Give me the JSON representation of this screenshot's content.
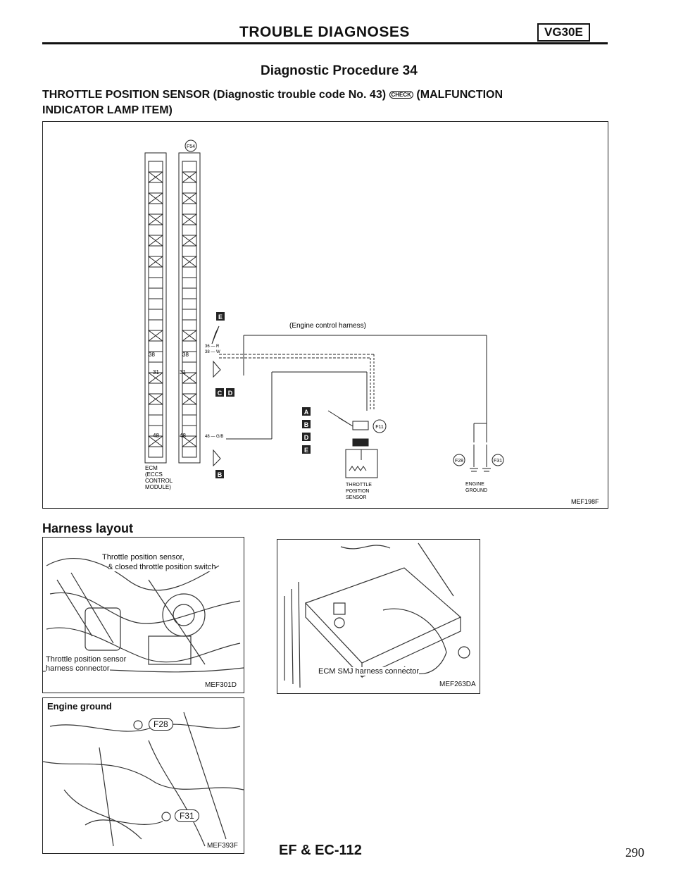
{
  "header": {
    "title": "TROUBLE DIAGNOSES",
    "badge": "VG30E"
  },
  "procedure": {
    "title": "Diagnostic Procedure 34",
    "subtitle_line1": "THROTTLE POSITION SENSOR (Diagnostic trouble code No. 43)",
    "check_icon_label": "CHECK",
    "subtitle_line1_end": "(MALFUNCTION",
    "subtitle_line2": "INDICATOR LAMP ITEM)"
  },
  "diagram": {
    "connector_id": "F54",
    "ecm_label": "ECM (ECCS CONTROL MODULE)",
    "ecm_line1": "ECM",
    "ecm_line2": "(ECCS",
    "ecm_line3": "CONTROL",
    "ecm_line4": "MODULE)",
    "harness_label": "(Engine control harness)",
    "wire_36": "36 — R",
    "wire_38": "38 — W",
    "wire_48": "48 — G/B",
    "pin_38": "38",
    "pin_31": "31",
    "pin_48": "48",
    "box_e_top": "E",
    "box_c": "C",
    "box_d": "D",
    "box_b_bottom": "B",
    "boxes_mid": [
      "A",
      "B",
      "D",
      "E"
    ],
    "conn_f11": "F11",
    "conn_f28": "F28",
    "conn_f31": "F31",
    "tps_line1": "THROTTLE",
    "tps_line2": "POSITION",
    "tps_line3": "SENSOR",
    "eg_line1": "ENGINE",
    "eg_line2": "GROUND",
    "ref": "MEF198F"
  },
  "harness_layout": {
    "heading": "Harness layout",
    "photo1": {
      "caption_a": "Throttle position sensor,",
      "caption_b": "& closed throttle position switch",
      "caption_c": "Throttle position sensor",
      "caption_d": "harness connector",
      "ref": "MEF301D"
    },
    "photo2": {
      "caption": "ECM SMJ harness connector",
      "ref": "MEF263DA"
    },
    "photo3": {
      "caption": "Engine ground",
      "label_f28": "F28",
      "label_f31": "F31",
      "ref": "MEF393F"
    }
  },
  "footer": {
    "section": "EF & EC-112",
    "page": "290"
  }
}
